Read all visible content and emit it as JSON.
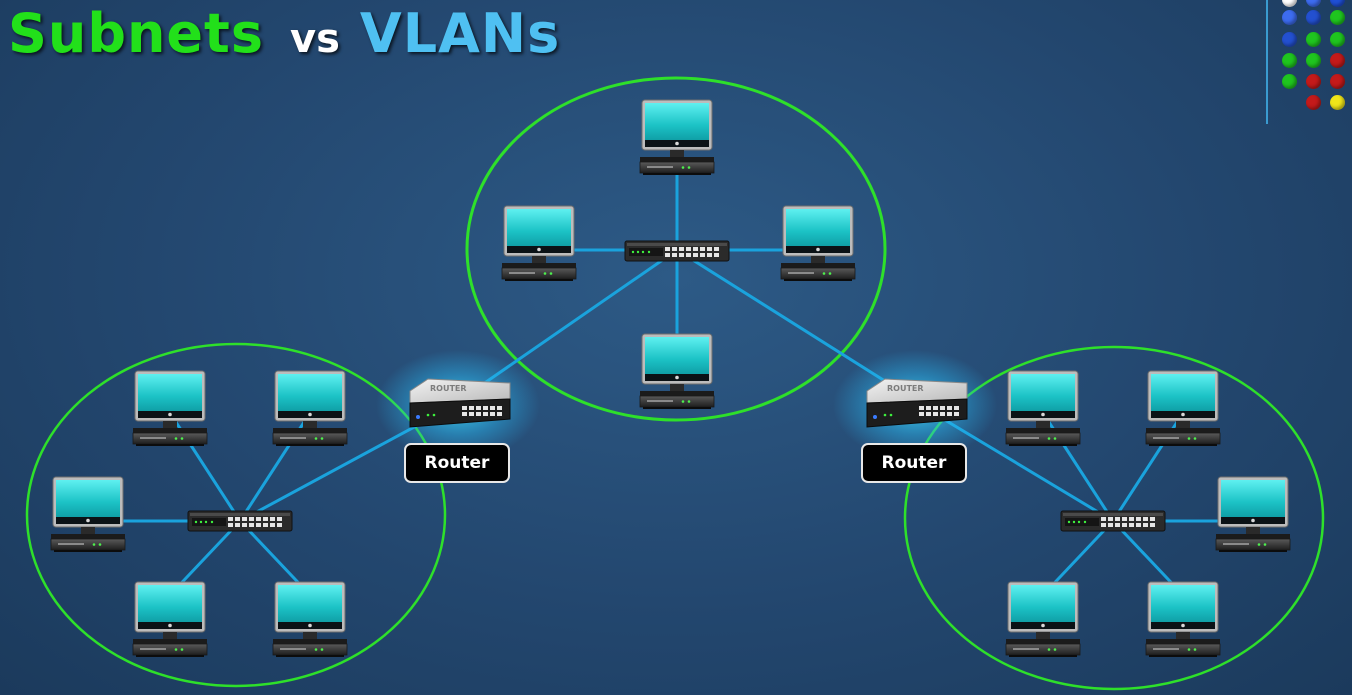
{
  "title": {
    "part1": "Subnets",
    "part2": "vs",
    "part3": "VLANs"
  },
  "routers": [
    {
      "id": "left",
      "label": "Router",
      "chassis_text": "ROUTER"
    },
    {
      "id": "right",
      "label": "Router",
      "chassis_text": "ROUTER"
    }
  ],
  "colors": {
    "subnet_ring": "#2ee02a",
    "link": "#1aa3dd",
    "screen": "#1dc9c9",
    "router_glow": "#3ee0ff"
  },
  "icons": [
    "computer-icon",
    "switch-icon",
    "router-icon"
  ],
  "palette_dots": [
    "#ffffff",
    "#3d6cf0",
    "#1f4fd6",
    "#3d6cf0",
    "#2350d0",
    "#1fc51f",
    "#2350d0",
    "#1fc51f",
    "#1fc51f",
    "#1fc51f",
    "#1fc51f",
    "#c41a1a",
    "#1fc51f",
    "#c41a1a",
    "#c41a1a",
    "#c41a1a",
    "#f0e619"
  ]
}
